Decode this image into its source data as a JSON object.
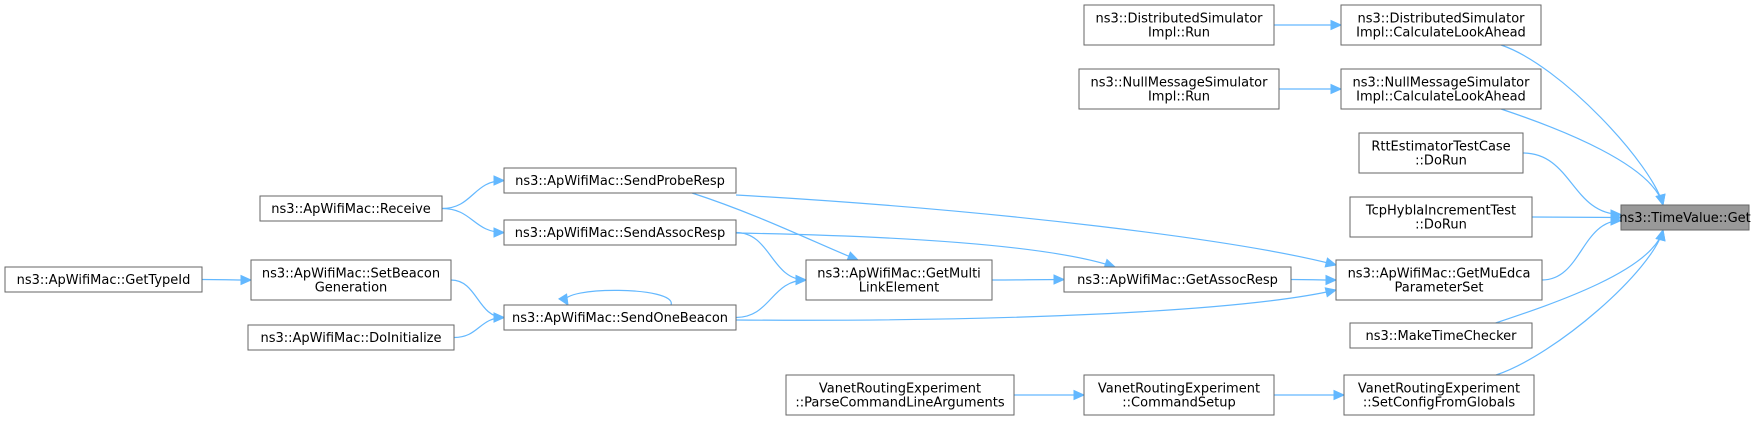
{
  "colors": {
    "edge": "#63b8ff",
    "focus_fill": "#999999",
    "node_border": "#666666"
  },
  "nodes": [
    {
      "id": "get",
      "lines": [
        "ns3::TimeValue::Get"
      ],
      "focus": true,
      "name": "node-timevalue-get"
    },
    {
      "id": "dsrun",
      "lines": [
        "ns3::DistributedSimulator",
        "Impl::Run"
      ],
      "name": "node-distributed-simulator-run"
    },
    {
      "id": "dsla",
      "lines": [
        "ns3::DistributedSimulator",
        "Impl::CalculateLookAhead"
      ],
      "name": "node-distributed-simulator-calculate-lookahead"
    },
    {
      "id": "nmrun",
      "lines": [
        "ns3::NullMessageSimulator",
        "Impl::Run"
      ],
      "name": "node-null-message-simulator-run"
    },
    {
      "id": "nmla",
      "lines": [
        "ns3::NullMessageSimulator",
        "Impl::CalculateLookAhead"
      ],
      "name": "node-null-message-simulator-calculate-lookahead"
    },
    {
      "id": "rtt",
      "lines": [
        "RttEstimatorTestCase",
        "::DoRun"
      ],
      "name": "node-rtt-estimator-test-doRun"
    },
    {
      "id": "hybla",
      "lines": [
        "TcpHyblaIncrementTest",
        "::DoRun"
      ],
      "name": "node-tcp-hybla-increment-test-doRun"
    },
    {
      "id": "probe",
      "lines": [
        "ns3::ApWifiMac::SendProbeResp"
      ],
      "name": "node-send-probe-resp"
    },
    {
      "id": "receive",
      "lines": [
        "ns3::ApWifiMac::Receive"
      ],
      "name": "node-receive"
    },
    {
      "id": "assoc",
      "lines": [
        "ns3::ApWifiMac::SendAssocResp"
      ],
      "name": "node-send-assoc-resp"
    },
    {
      "id": "typeid",
      "lines": [
        "ns3::ApWifiMac::GetTypeId"
      ],
      "name": "node-get-type-id"
    },
    {
      "id": "beaconGen",
      "lines": [
        "ns3::ApWifiMac::SetBeacon",
        "Generation"
      ],
      "name": "node-set-beacon-generation"
    },
    {
      "id": "multilink",
      "lines": [
        "ns3::ApWifiMac::GetMulti",
        "LinkElement"
      ],
      "name": "node-get-multi-link-element"
    },
    {
      "id": "getassoc",
      "lines": [
        "ns3::ApWifiMac::GetAssocResp"
      ],
      "name": "node-get-assoc-resp"
    },
    {
      "id": "muedca",
      "lines": [
        "ns3::ApWifiMac::GetMuEdca",
        "ParameterSet"
      ],
      "name": "node-get-mu-edca-parameter-set"
    },
    {
      "id": "doinit",
      "lines": [
        "ns3::ApWifiMac::DoInitialize"
      ],
      "name": "node-do-initialize"
    },
    {
      "id": "beacon",
      "lines": [
        "ns3::ApWifiMac::SendOneBeacon"
      ],
      "name": "node-send-one-beacon"
    },
    {
      "id": "checker",
      "lines": [
        "ns3::MakeTimeChecker"
      ],
      "name": "node-make-time-checker"
    },
    {
      "id": "parse",
      "lines": [
        "VanetRoutingExperiment",
        "::ParseCommandLineArguments"
      ],
      "name": "node-parse-command-line-arguments"
    },
    {
      "id": "cmdsetup",
      "lines": [
        "VanetRoutingExperiment",
        "::CommandSetup"
      ],
      "name": "node-command-setup"
    },
    {
      "id": "setcfg",
      "lines": [
        "VanetRoutingExperiment",
        "::SetConfigFromGlobals"
      ],
      "name": "node-set-config-from-globals"
    }
  ],
  "edges": [
    {
      "from": "dsrun",
      "to": "dsla"
    },
    {
      "from": "dsla",
      "to": "get"
    },
    {
      "from": "nmrun",
      "to": "nmla"
    },
    {
      "from": "nmla",
      "to": "get"
    },
    {
      "from": "rtt",
      "to": "get"
    },
    {
      "from": "hybla",
      "to": "get"
    },
    {
      "from": "muedca",
      "to": "get"
    },
    {
      "from": "checker",
      "to": "get"
    },
    {
      "from": "setcfg",
      "to": "get"
    },
    {
      "from": "receive",
      "to": "probe"
    },
    {
      "from": "receive",
      "to": "assoc"
    },
    {
      "from": "typeid",
      "to": "beaconGen"
    },
    {
      "from": "beaconGen",
      "to": "beacon"
    },
    {
      "from": "doinit",
      "to": "beacon"
    },
    {
      "from": "beacon",
      "to": "beacon"
    },
    {
      "from": "probe",
      "to": "multilink"
    },
    {
      "from": "assoc",
      "to": "multilink"
    },
    {
      "from": "beacon",
      "to": "multilink"
    },
    {
      "from": "assoc",
      "to": "getassoc"
    },
    {
      "from": "multilink",
      "to": "getassoc"
    },
    {
      "from": "probe",
      "to": "muedca"
    },
    {
      "from": "getassoc",
      "to": "muedca"
    },
    {
      "from": "beacon",
      "to": "muedca"
    },
    {
      "from": "parse",
      "to": "cmdsetup"
    },
    {
      "from": "cmdsetup",
      "to": "setcfg"
    }
  ]
}
